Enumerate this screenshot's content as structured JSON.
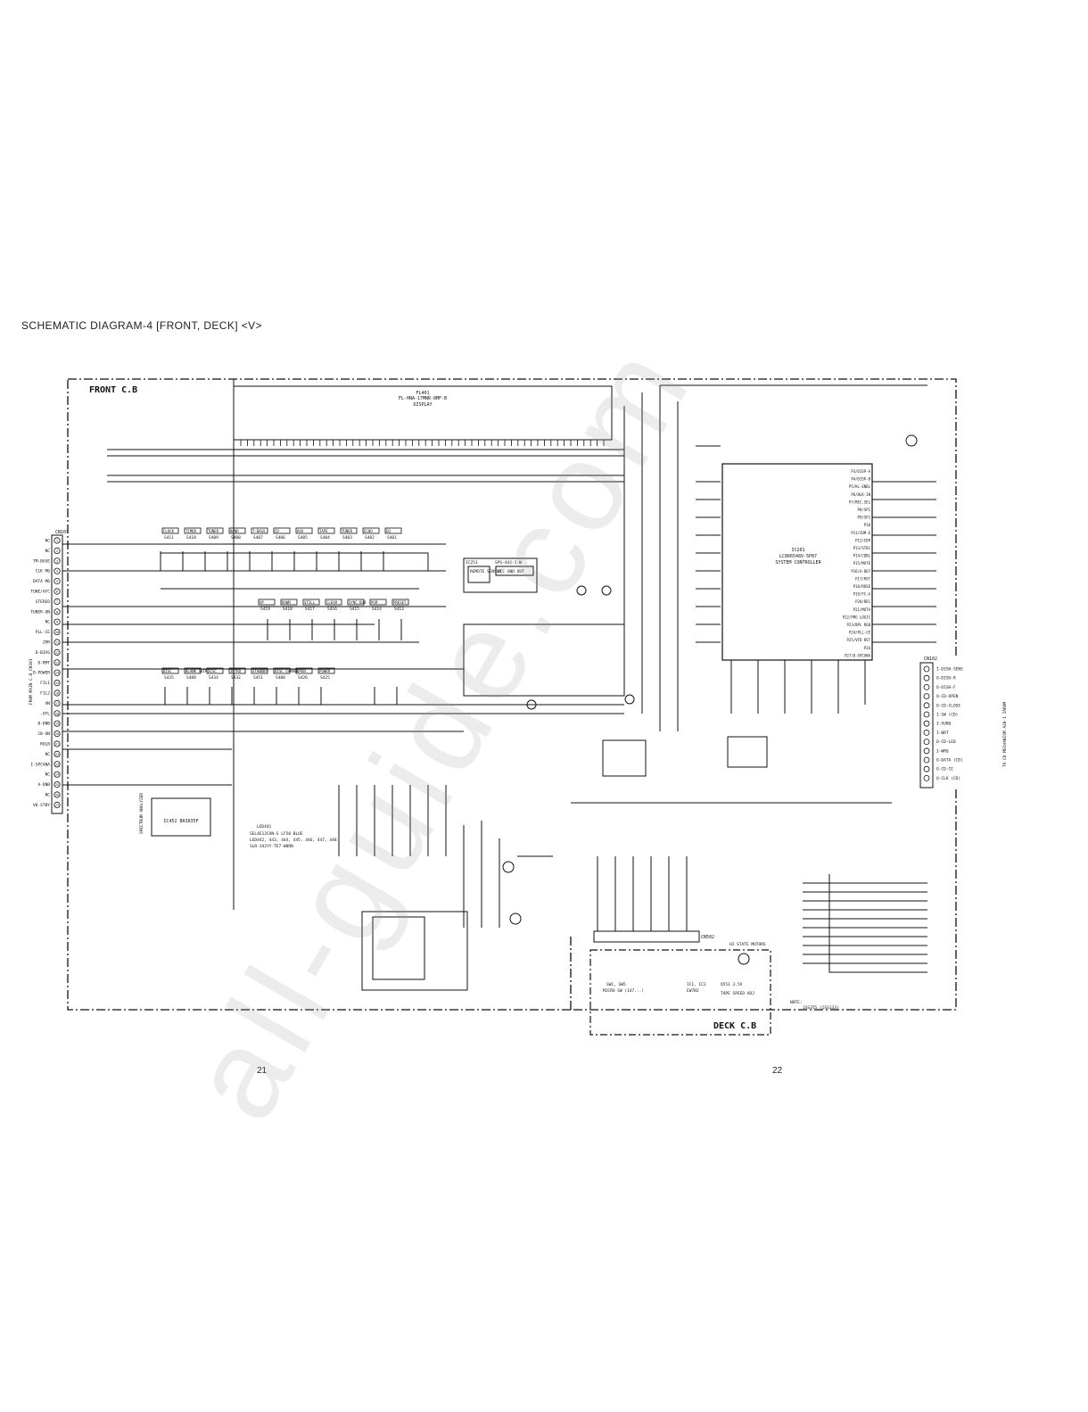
{
  "title": "SCHEMATIC DIAGRAM-4 [FRONT, DECK] <V>",
  "boards": {
    "front": "FRONT C.B",
    "deck": "DECK C.B"
  },
  "display": {
    "ref": "FL401",
    "part": "FL-HNA-17MNR-8MF-B",
    "label": "DISPLAY"
  },
  "ic201": {
    "ref": "IC201",
    "part": "LC866548V-5P87",
    "label": "SYSTEM CONTROLLER"
  },
  "ic452": {
    "ref": "IC452",
    "part": "BA3835F",
    "label": "SPECTRUM ANALYZER"
  },
  "ic251": {
    "ref": "IC251",
    "part": "SPS-442-1-W",
    "sensor": "REMOTE SENSOR",
    "pins": "VCC GND OUT"
  },
  "cn101": {
    "ref": "CN101",
    "side_label": "FROM MAIN C.B CN101",
    "pins": [
      "NC",
      "NC",
      "TM-BASE",
      "CLK M6",
      "DATA M6",
      "TUNE/AFC",
      "STEREO",
      "TUNER-ON",
      "NC",
      "PLL-CE",
      "ZPR",
      "D-BIAS",
      "D-RMT",
      "D-POWER",
      "FIL1",
      "FIL2",
      "VN",
      "-VFL",
      "B-DNB",
      "CB-ON",
      "ROLB",
      "NC",
      "I-SPCANA",
      "NC",
      "A-DNB",
      "NC",
      "VK.STBY"
    ]
  },
  "cn102": {
    "ref": "CN102",
    "side_label": "TO CD MECHANISM A20-1 ZAROM",
    "pins": [
      "I-DISH.SENS",
      "O-DISH-R",
      "O-DISH-F",
      "O-CD-OPEN",
      "O-CD-CLOSE",
      "I-SW (CD)",
      "I-SUBQ",
      "I-BRT",
      "O-CD-LEB",
      "I-WRQ",
      "O-DATA (CD)",
      "O-CD-CE",
      "O-CLK (CD)"
    ]
  },
  "cn502": {
    "ref": "CN502"
  },
  "mic_row1": [
    "P3/DISP-A",
    "P4/DISP-B",
    "P5/KL-ENBL",
    "P6/BLK-IN",
    "P7/REC.SEL",
    "P8/SP1",
    "P9/SP2",
    "P10",
    "P11/CDM-E",
    "P12/CDP",
    "P13/STB1",
    "P14/CDBL",
    "P15/MUTE",
    "P16/A-DEF",
    "P17/RST",
    "P18/ROSE",
    "P19/FC-A",
    "P20/RD1",
    "P21/MUTA",
    "P22/PRG LOGIC",
    "P23/BPL RGB",
    "P24/PLL-CE",
    "P25/VFD RST",
    "P26",
    "P27/D-SPCANA"
  ],
  "front_switches": {
    "row1": [
      {
        "r": "S411",
        "l": "CLOCK"
      },
      {
        "r": "S410",
        "l": "TIMER"
      },
      {
        "r": "S409",
        "l": "TUNER"
      },
      {
        "r": "S408",
        "l": "BAND"
      },
      {
        "r": "S407",
        "l": "T-BASS"
      },
      {
        "r": "S406",
        "l": "CD"
      },
      {
        "r": "S405",
        "l": "AUX"
      },
      {
        "r": "S404",
        "l": "TAPE"
      },
      {
        "r": "S403",
        "l": "TUNER"
      },
      {
        "r": "S402",
        "l": "ECHO"
      },
      {
        "r": "S401",
        "l": "EQ"
      }
    ],
    "row2": [
      {
        "r": "S419",
        "l": "UP"
      },
      {
        "r": "S418",
        "l": "DOWN"
      },
      {
        "r": "S417",
        "l": "STILL"
      },
      {
        "r": "S416",
        "l": "CLEAR"
      },
      {
        "r": "S415",
        "l": "SYNC.DUB"
      },
      {
        "r": "S414",
        "l": "PGM"
      },
      {
        "r": "S413",
        "l": "PRESET"
      }
    ],
    "row3": [
      {
        "r": "S435",
        "l": "DISC"
      },
      {
        "r": "S488",
        "l": "BLANK SKIP"
      },
      {
        "r": "S434",
        "l": "DISC"
      },
      {
        "r": "S432",
        "l": "INTRO"
      },
      {
        "r": "S451",
        "l": "STANDBY"
      },
      {
        "r": "S480",
        "l": "DISC CHANGE"
      },
      {
        "r": "S426",
        "l": "OPEN"
      },
      {
        "r": "S425",
        "l": "POWER"
      }
    ]
  },
  "leds": {
    "ref": "LED441",
    "desc": "SEL4E12CVN-S LF50 BLUE",
    "desc2": "LED442, 443, 444, 445, 446, 447, 448",
    "desc3": "SLR-342YY-TE7-W0RN"
  },
  "deck": {
    "sw": "SW1, SW5",
    "sw_desc": "MICRO SW (147...)",
    "ic1": "IC1, IC2",
    "ic1_part": "EW7B2",
    "motor": "HI STATE MOTORS",
    "mute": "Q551 3.5V",
    "tape": "TAPE SPEED ADJ"
  },
  "note": {
    "label": "NOTE:",
    "text": "1SS355 (1SS133)"
  },
  "pages": {
    "left": "21",
    "right": "22"
  },
  "watermark": "all-guide.com"
}
